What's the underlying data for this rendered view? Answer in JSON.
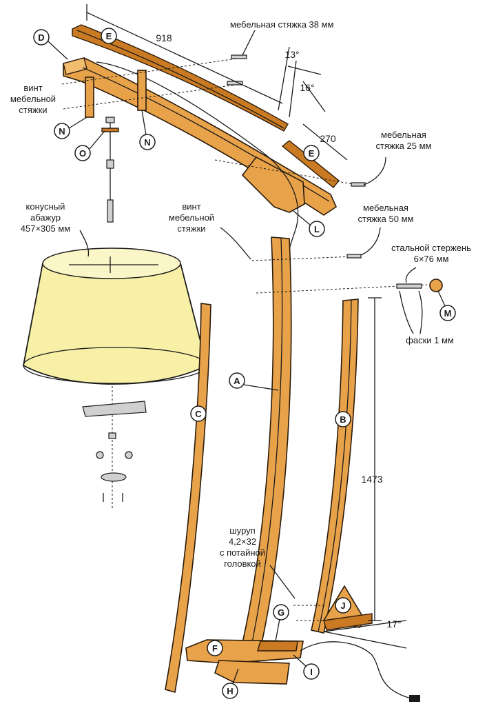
{
  "parts": {
    "A": "A",
    "B": "B",
    "C": "C",
    "D": "D",
    "E1": "E",
    "E2": "E",
    "F": "F",
    "G": "G",
    "H": "H",
    "I": "I",
    "J": "J",
    "L": "L",
    "M": "M",
    "N1": "N",
    "N2": "N",
    "O": "O"
  },
  "labels": {
    "screw_38": "мебельная стяжка 38 мм",
    "screw_25_l1": "мебельная",
    "screw_25_l2": "стяжка 25 мм",
    "screw_50_l1": "мебельная",
    "screw_50_l2": "стяжка 50 мм",
    "vint_left_l1": "винт",
    "vint_left_l2": "мебельной",
    "vint_left_l3": "стяжки",
    "vint_mid_l1": "винт",
    "vint_mid_l2": "мебельной",
    "vint_mid_l3": "стяжки",
    "shade_l1": "конусный",
    "shade_l2": "абажур",
    "shade_l3": "457×305 мм",
    "rod_l1": "стальной стержень",
    "rod_l2": "6×76 мм",
    "chamfer": "фаски 1 мм",
    "wood_screw_l1": "шуруп",
    "wood_screw_l2": "4,2×32",
    "wood_screw_l3": "с потайной",
    "wood_screw_l4": "головкой"
  },
  "dimensions": {
    "len_918": "918",
    "angle_13": "13°",
    "angle_16": "16°",
    "len_270": "270",
    "len_1473": "1473",
    "angle_17": "17°"
  },
  "colors": {
    "wood": "#e8a24a",
    "wood_light": "#f2bd6f",
    "shade": "#f7f0a6",
    "ink": "#1a1a1a"
  }
}
